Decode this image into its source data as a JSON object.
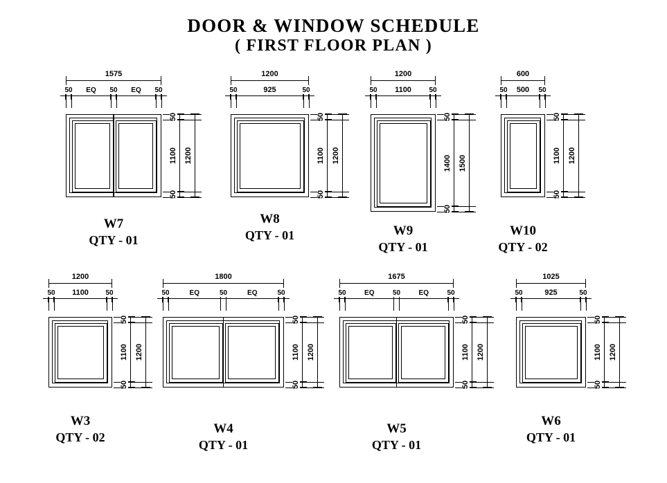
{
  "sheet": {
    "title_line1": "DOOR & WINDOW SCHEDULE",
    "title_line2": "( FIRST  FLOOR  PLAN )"
  },
  "windows": [
    {
      "tag": "W7",
      "qty_label": "QTY - 01",
      "overall_width": "1575",
      "overall_height": "1200",
      "width_segments": [
        "50",
        "EQ",
        "50",
        "EQ",
        "50"
      ],
      "height_segments": [
        "50",
        "1100",
        "50"
      ],
      "panes": 2
    },
    {
      "tag": "W8",
      "qty_label": "QTY - 01",
      "overall_width": "1200",
      "overall_height": "1200",
      "width_segments": [
        "50",
        "925",
        "50"
      ],
      "height_segments": [
        "50",
        "1100",
        "50"
      ],
      "panes": 1
    },
    {
      "tag": "W9",
      "qty_label": "QTY - 01",
      "overall_width": "1200",
      "overall_height": "1500",
      "width_segments": [
        "50",
        "1100",
        "50"
      ],
      "height_segments": [
        "50",
        "1400",
        "50"
      ],
      "panes": 1
    },
    {
      "tag": "W10",
      "qty_label": "QTY - 02",
      "overall_width": "600",
      "overall_height": "1200",
      "width_segments": [
        "50",
        "500",
        "50"
      ],
      "height_segments": [
        "50",
        "1100",
        "50"
      ],
      "panes": 1
    },
    {
      "tag": "W3",
      "qty_label": "QTY - 02",
      "overall_width": "1200",
      "overall_height": "1200",
      "width_segments": [
        "50",
        "1100",
        "50"
      ],
      "height_segments": [
        "50",
        "1100",
        "50"
      ],
      "panes": 1
    },
    {
      "tag": "W4",
      "qty_label": "QTY - 01",
      "overall_width": "1800",
      "overall_height": "1200",
      "width_segments": [
        "50",
        "EQ",
        "50",
        "EQ",
        "50"
      ],
      "height_segments": [
        "50",
        "1100",
        "50"
      ],
      "panes": 2
    },
    {
      "tag": "W5",
      "qty_label": "QTY - 01",
      "overall_width": "1675",
      "overall_height": "1200",
      "width_segments": [
        "50",
        "EQ",
        "50",
        "EQ",
        "50"
      ],
      "height_segments": [
        "50",
        "1100",
        "50"
      ],
      "panes": 2
    },
    {
      "tag": "W6",
      "qty_label": "QTY - 01",
      "overall_width": "1025",
      "overall_height": "1200",
      "width_segments": [
        "50",
        "925",
        "50"
      ],
      "height_segments": [
        "50",
        "1100",
        "50"
      ],
      "panes": 1
    }
  ],
  "colors": {
    "line": "#000000",
    "background": "#ffffff"
  }
}
